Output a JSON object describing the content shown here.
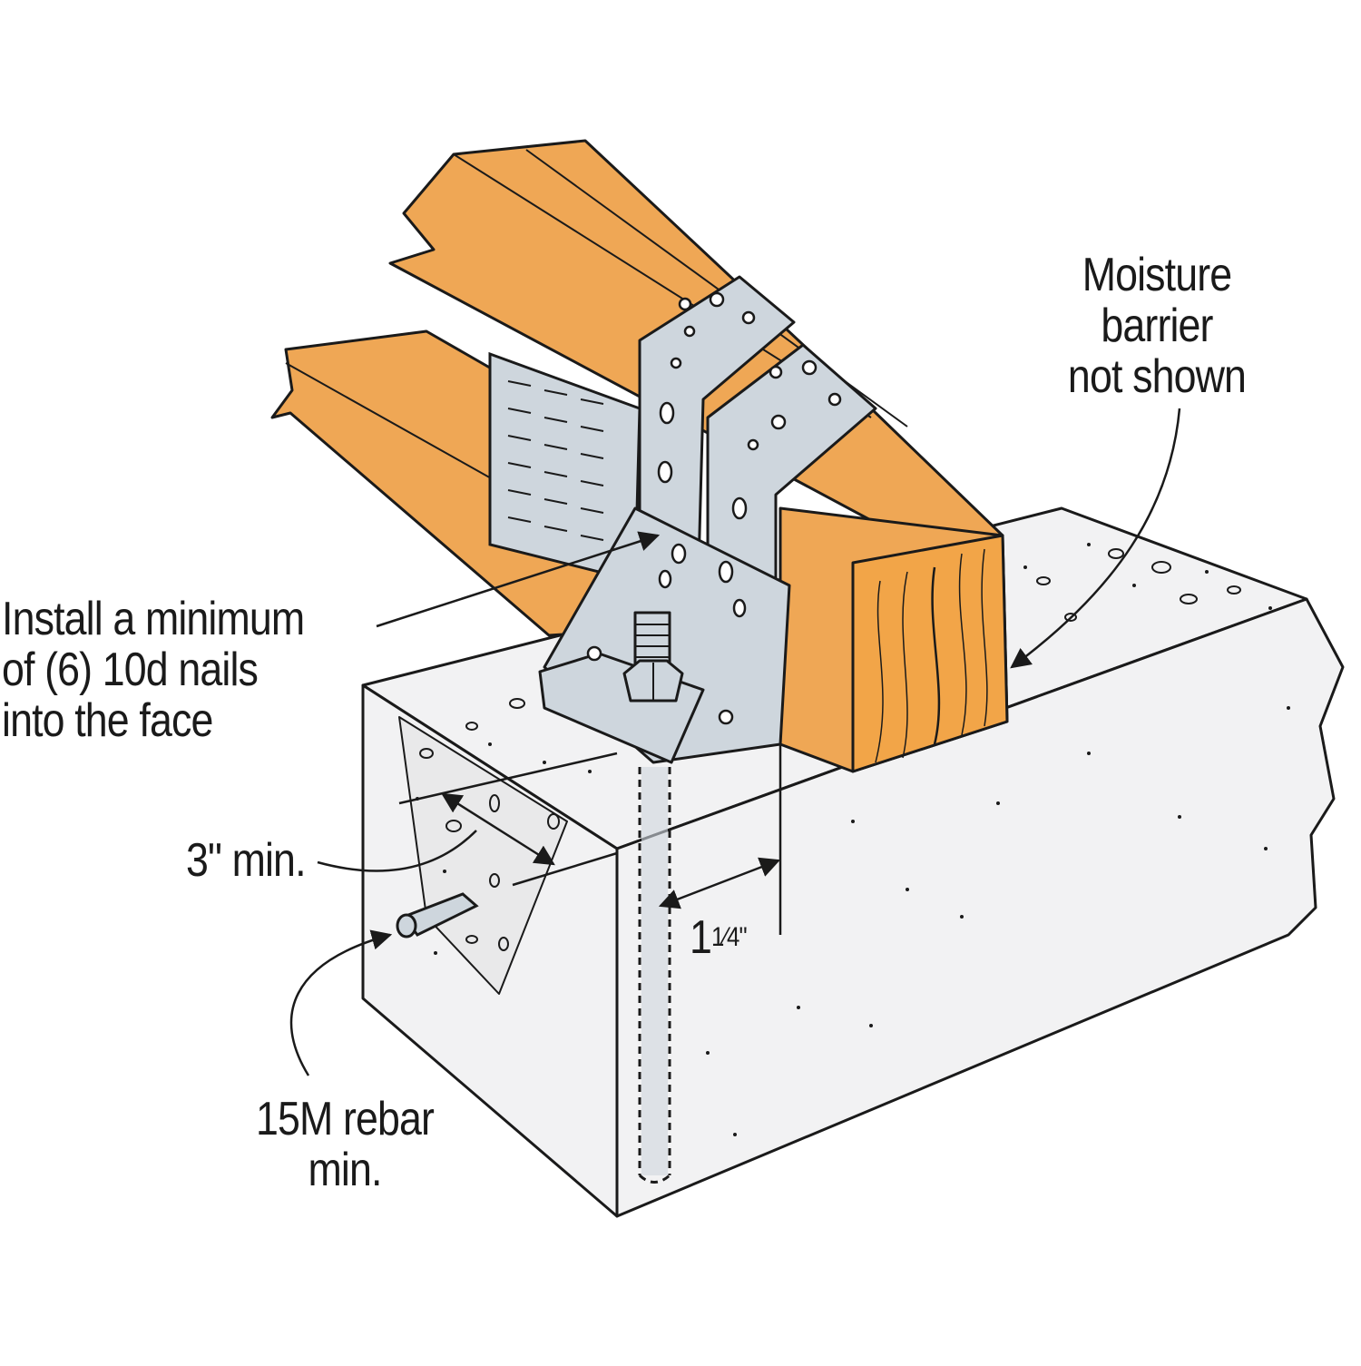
{
  "colors": {
    "wood": "#EFA755",
    "wood_end": "#F2A548",
    "steel": "#CED6DD",
    "concrete": "#F2F2F3",
    "outline": "#1a1a1a"
  },
  "callouts": {
    "moisture": [
      "Moisture",
      "barrier",
      "not shown"
    ],
    "nails": [
      "Install a minimum",
      "of (6) 10d nails",
      "into the face"
    ],
    "min_cover": "3\" min.",
    "edge_distance": {
      "whole": "1",
      "fraction": "1⁄4",
      "inch_mark": "\""
    },
    "rebar": [
      "15M rebar",
      "min."
    ]
  }
}
